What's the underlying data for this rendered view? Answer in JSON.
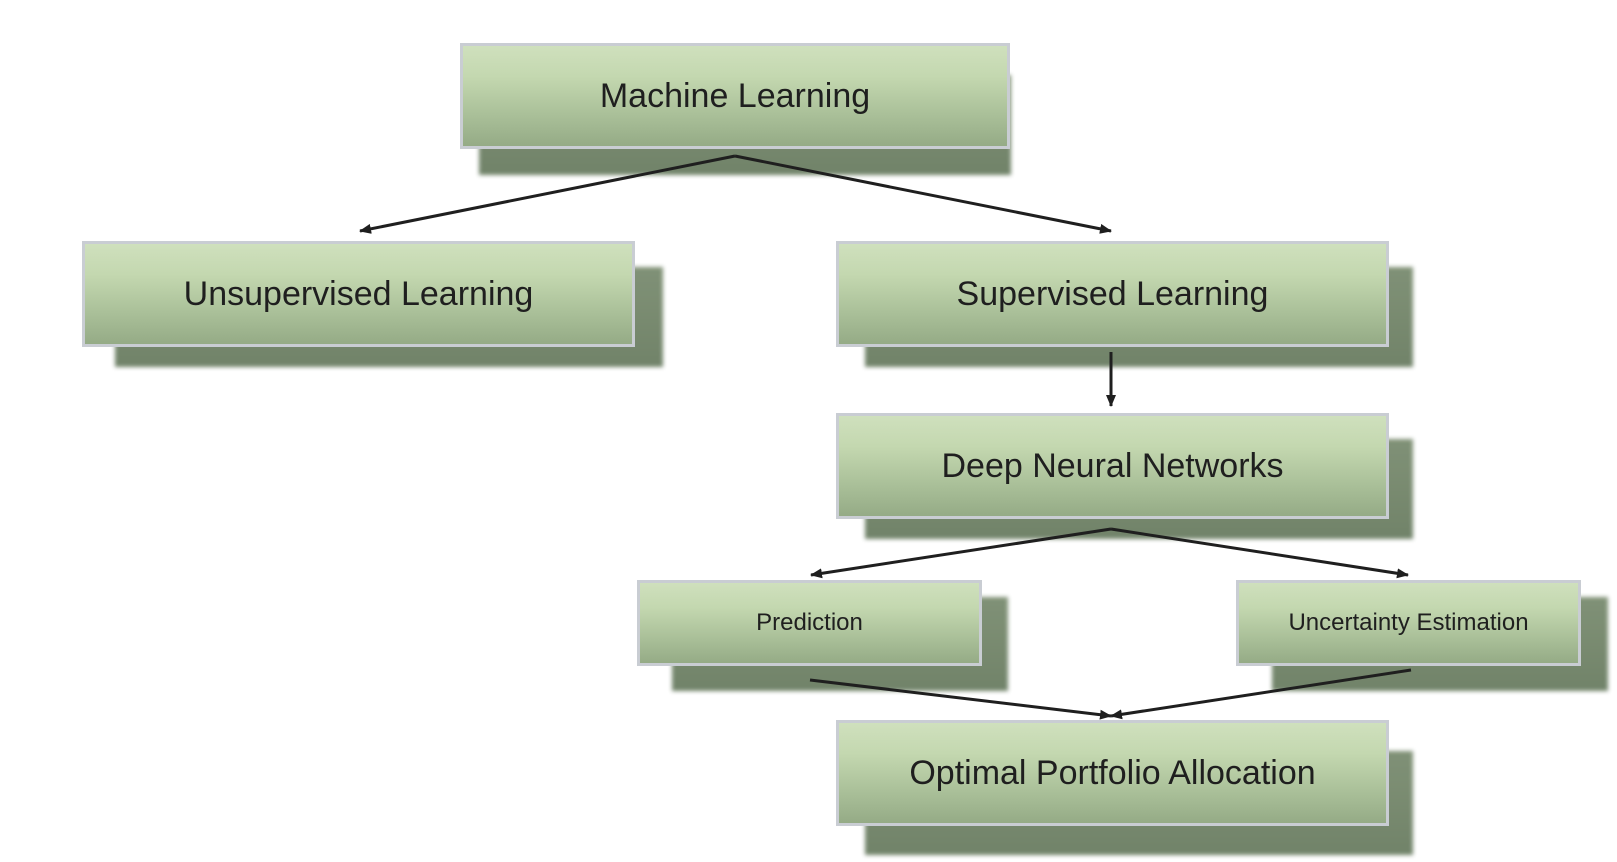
{
  "nodes": {
    "machine_learning": "Machine Learning",
    "unsupervised_learning": "Unsupervised Learning",
    "supervised_learning": "Supervised Learning",
    "deep_neural_networks": "Deep Neural Networks",
    "prediction": "Prediction",
    "uncertainty_estimation": "Uncertainty Estimation",
    "optimal_portfolio_allocation": "Optimal Portfolio Allocation"
  },
  "colors": {
    "box_top": "#cfe0bd",
    "box_bottom": "#95ab86",
    "box_border": "#c9cdd3",
    "shadow": "#6f8266",
    "arrow": "#1f1f1f"
  }
}
